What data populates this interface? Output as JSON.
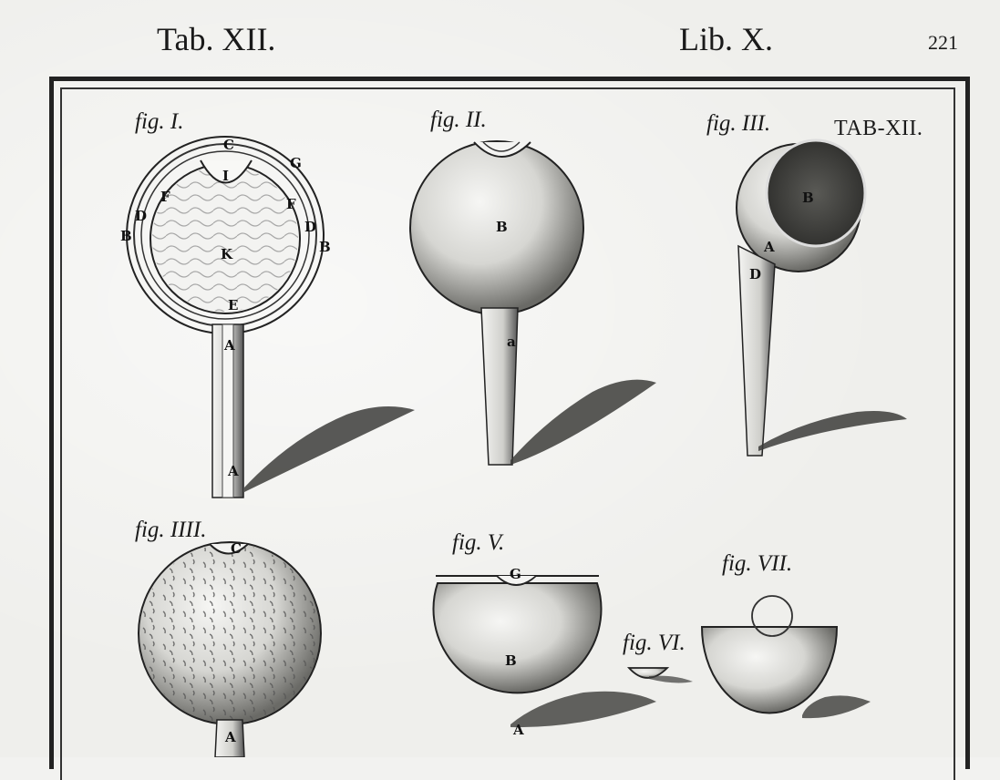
{
  "running_head": {
    "left": "Tab. XII.",
    "center": "Lib. X.",
    "page_number": "221"
  },
  "plate": {
    "tab_label": "TAB-XII.",
    "figures": [
      {
        "label": "fig. I.",
        "letters": [
          "C",
          "I",
          "G",
          "F",
          "D",
          "B",
          "K",
          "A",
          "A",
          "E",
          "F",
          "D",
          "B"
        ]
      },
      {
        "label": "fig. II.",
        "letters": [
          "B",
          "a"
        ]
      },
      {
        "label": "fig. III.",
        "letters": [
          "B",
          "A",
          "D"
        ]
      },
      {
        "label": "fig. IIII.",
        "letters": [
          "C",
          "A"
        ]
      },
      {
        "label": "fig. V.",
        "letters": [
          "G",
          "B",
          "A"
        ]
      },
      {
        "label": "fig. VI.",
        "letters": []
      },
      {
        "label": "fig. VII.",
        "letters": []
      }
    ]
  },
  "colors": {
    "ink": "#1a1a1a",
    "paper": "#efefec",
    "shade": "#4a4a4a"
  }
}
